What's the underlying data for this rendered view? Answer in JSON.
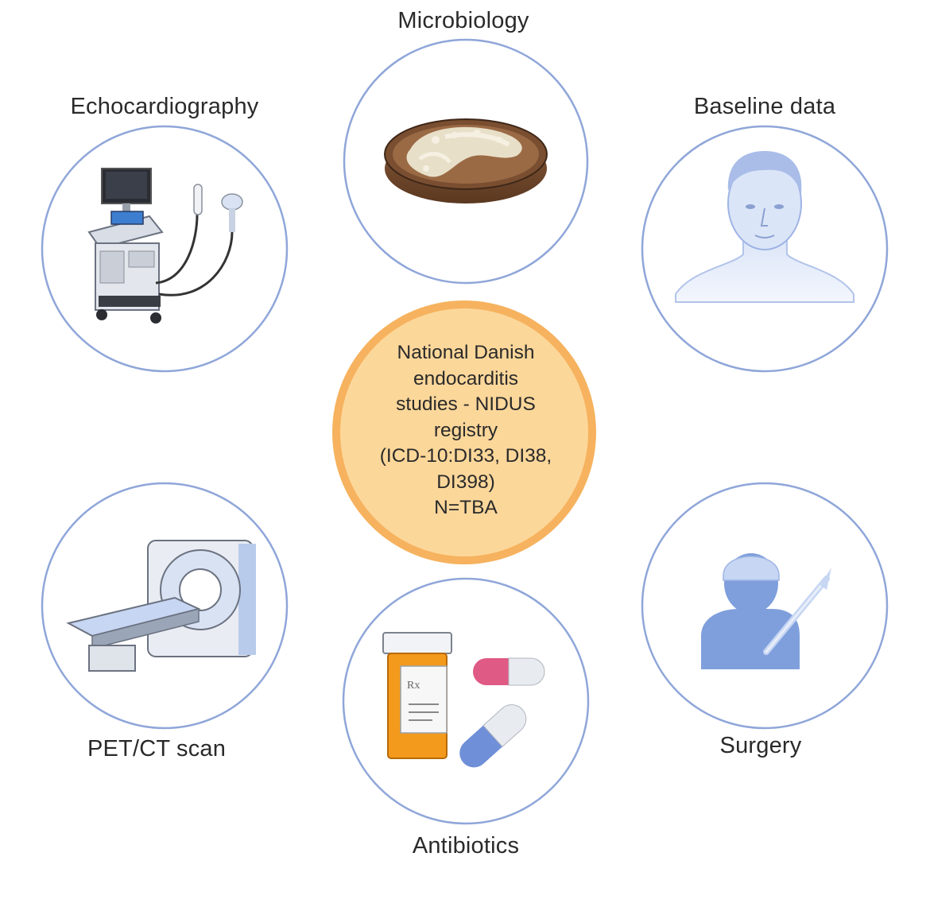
{
  "hub": {
    "lines": [
      "National Danish",
      "endocarditis",
      "studies - NIDUS",
      "registry",
      "(ICD-10:DI33, DI38,",
      "DI398)",
      "N=TBA"
    ]
  },
  "nodes": [
    {
      "id": "microbiology",
      "label": "Microbiology",
      "icon": "petri-dish-icon"
    },
    {
      "id": "echocardiography",
      "label": "Echocardiography",
      "icon": "ultrasound-machine-icon"
    },
    {
      "id": "baseline",
      "label": "Baseline data",
      "icon": "person-head-icon"
    },
    {
      "id": "petct",
      "label": "PET/CT scan",
      "icon": "ct-scanner-icon"
    },
    {
      "id": "antibiotics",
      "label": "Antibiotics",
      "icon": "pill-bottle-icon"
    },
    {
      "id": "surgery",
      "label": "Surgery",
      "icon": "surgeon-icon"
    }
  ],
  "icon_labels": {
    "rx": "Rx"
  },
  "colors": {
    "ring": "#8fa6d9",
    "hub_fill": "#fcd79a",
    "hub_ring": "#f6b25e",
    "icon_blue": "#7f9fdc",
    "bottle_orange": "#f39a1d"
  }
}
